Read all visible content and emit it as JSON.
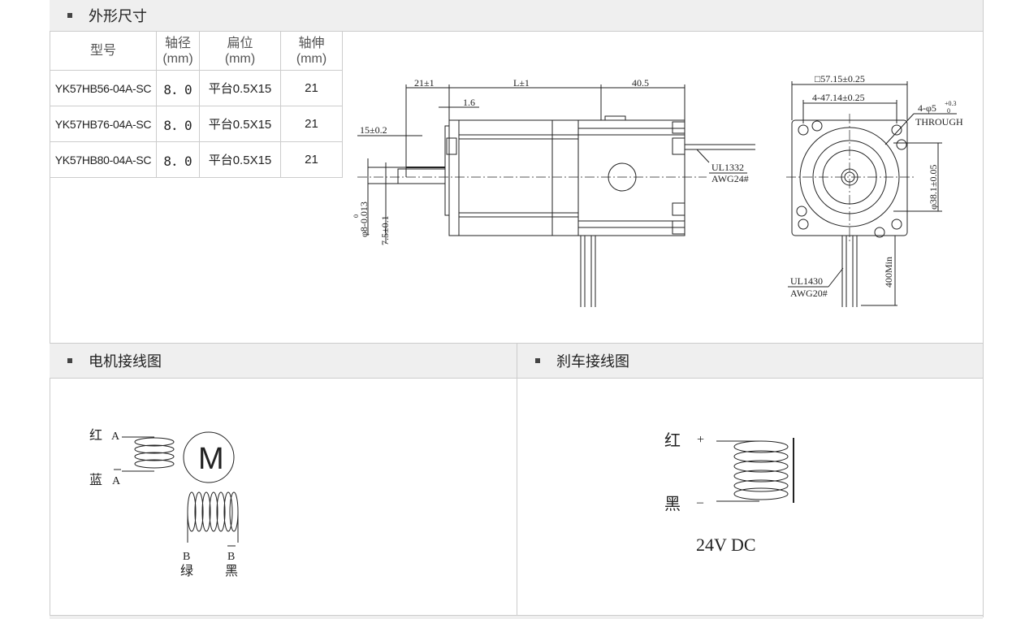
{
  "sections": {
    "dimensions": "外形尺寸",
    "motor_wiring": "电机接线图",
    "brake_wiring": "刹车接线图"
  },
  "table": {
    "headers": [
      {
        "l1": "型号",
        "l2": ""
      },
      {
        "l1": "轴径",
        "l2": "(mm)"
      },
      {
        "l1": "扁位",
        "l2": "(mm)"
      },
      {
        "l1": "轴伸",
        "l2": "(mm)"
      }
    ],
    "rows": [
      [
        "YK57HB56-04A-SC",
        "8．0",
        "平台0.5X15",
        "21"
      ],
      [
        "YK57HB76-04A-SC",
        "8．0",
        "平台0.5X15",
        "21"
      ],
      [
        "YK57HB80-04A-SC",
        "8．0",
        "平台0.5X15",
        "21"
      ]
    ]
  },
  "drawing": {
    "dim_shaft": "21±1",
    "dim_length": "L±1",
    "dim_rear": "40.5",
    "dim_flange": "1.6",
    "dim_flat": "15±0.2",
    "dim_dia": "φ8-0.013",
    "dim_dia_upper": "0",
    "dim_flat_depth": "7.5±0.1",
    "cable1_type": "UL1332",
    "cable1_awg": "AWG24#",
    "dim_square": "□57.15±0.25",
    "dim_holes": "4-47.14±0.25",
    "dim_hole_dia": "4-φ5",
    "dim_hole_tol_up": "+0.3",
    "dim_hole_tol_low": "0",
    "dim_through": "THROUGH",
    "dim_boss": "φ38.1±0.05",
    "cable2_type": "UL1430",
    "cable2_awg": "AWG20#",
    "dim_lead": "400Min"
  },
  "motor_wiring": {
    "red": "红",
    "a": "A",
    "blue": "蓝",
    "a_bar": "A",
    "motor": "M",
    "b": "B",
    "b_bar": "B",
    "green": "绿",
    "black": "黑"
  },
  "brake_wiring": {
    "red": "红",
    "plus": "+",
    "black": "黑",
    "minus": "–",
    "voltage": "24V DC"
  }
}
